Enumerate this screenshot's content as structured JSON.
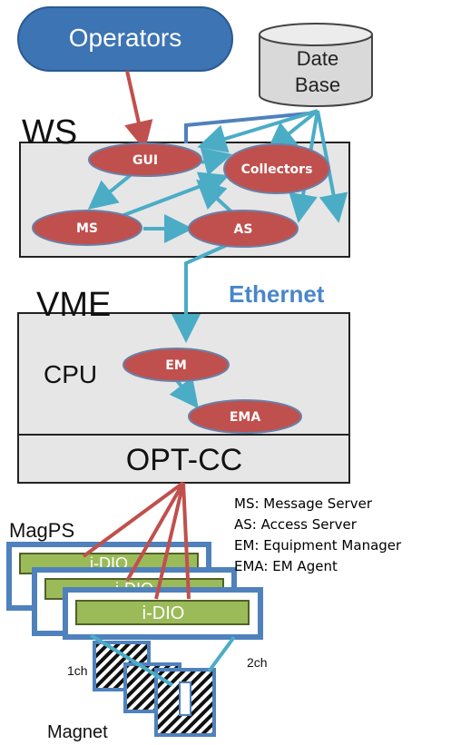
{
  "operators": "Operators",
  "database": {
    "line1": "Date",
    "line2": "Base"
  },
  "ws": {
    "label": "WS",
    "nodes": {
      "gui": "GUI",
      "collectors": "Collectors",
      "ms": "MS",
      "as": "AS"
    }
  },
  "network": "Ethernet",
  "vme": {
    "label": "VME",
    "cpu": "CPU",
    "em": "EM",
    "ema": "EMA",
    "optcc": "OPT-CC"
  },
  "magps": {
    "label": "MagPS",
    "idio": "i-DIO",
    "ch1": "1ch",
    "ch2": "2ch",
    "magnet": "Magnet"
  },
  "legend": [
    "MS: Message Server",
    "AS: Access Server",
    "EM: Equipment Manager",
    "EMA: EM Agent"
  ],
  "colors": {
    "red_arrow": "#c0504d",
    "blue_arrow": "#4bacc6",
    "node_fill": "#c0504d",
    "node_stroke": "#6b7fa6",
    "box_fill": "#e6e6e6",
    "operators_fill": "#3d74b3",
    "ethernet_text": "#4a86c8",
    "magps_frame": "#4f81bd",
    "idio_fill": "#9bbb59"
  }
}
